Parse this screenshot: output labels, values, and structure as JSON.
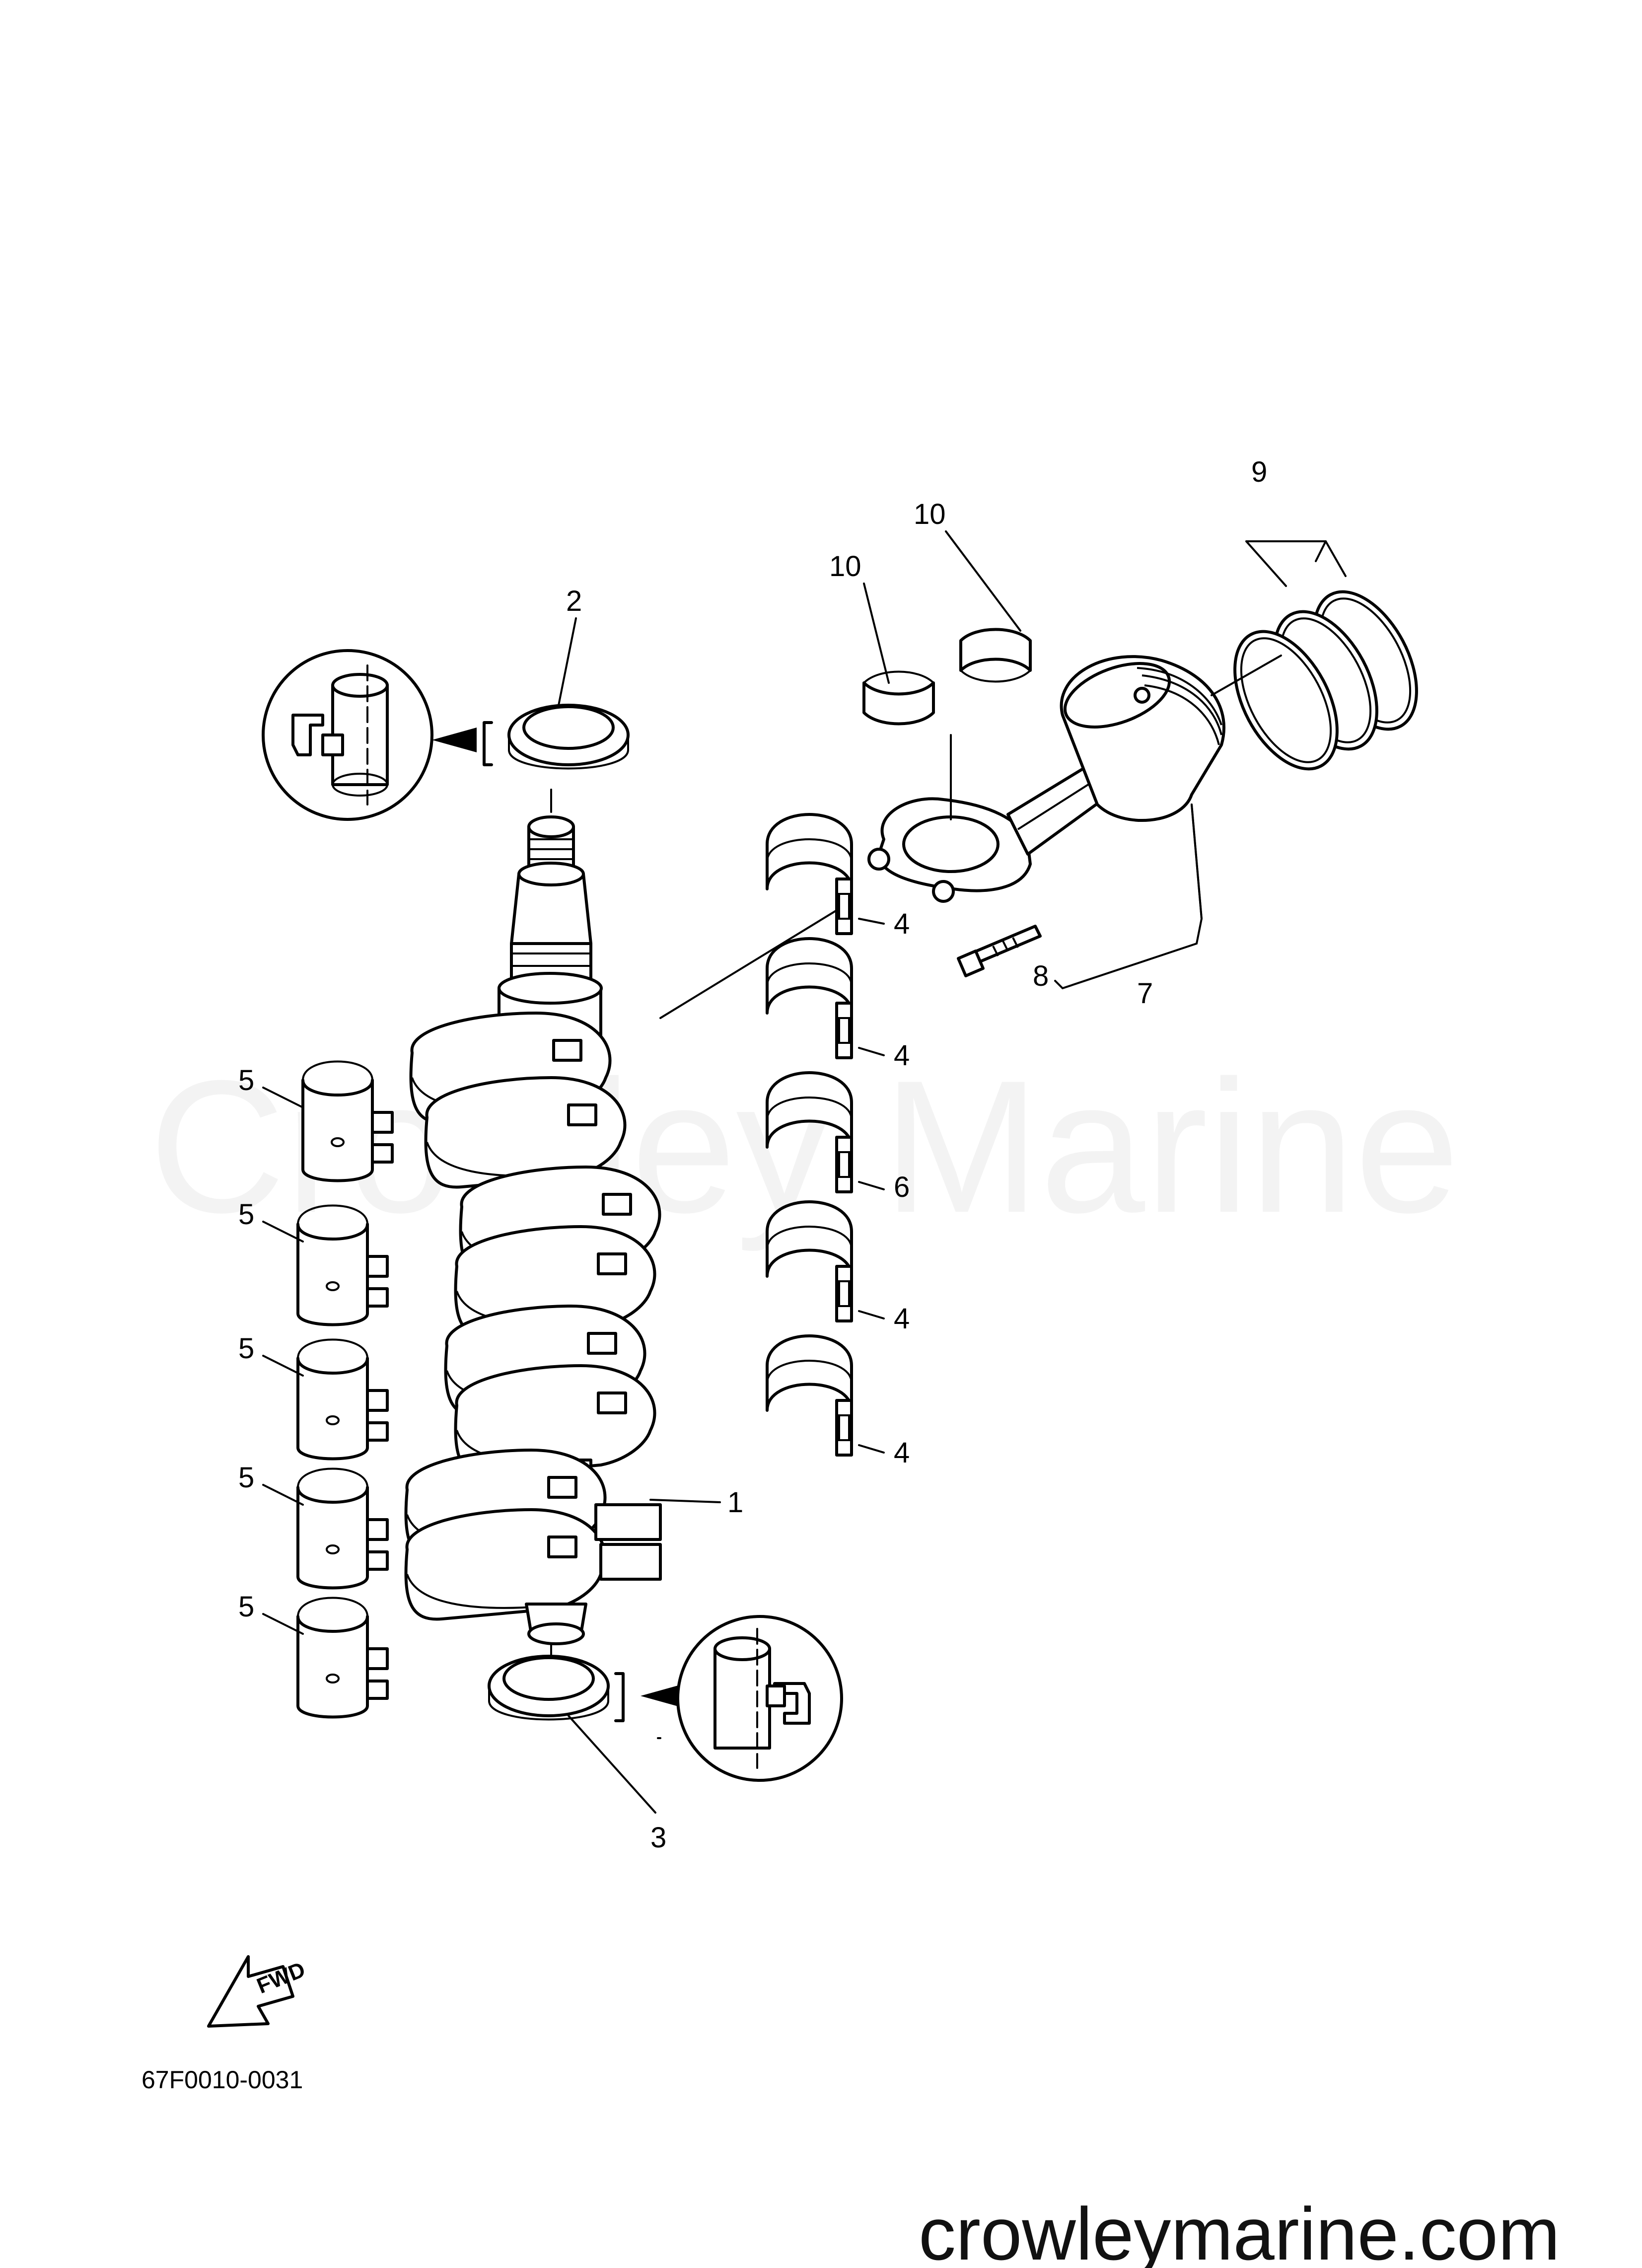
{
  "watermark": "Crowley Marine",
  "diagram_code": "67F0010-0031",
  "website": "crowleymarine.com",
  "fwd_label": "FWD",
  "callouts": {
    "c1": "1",
    "c2": "2",
    "c3": "3",
    "c4a": "4",
    "c4b": "4",
    "c4c": "4",
    "c4d": "4",
    "c5a": "5",
    "c5b": "5",
    "c5c": "5",
    "c5d": "5",
    "c5e": "5",
    "c6": "6",
    "c7": "7",
    "c8": "8",
    "c9": "9",
    "c10a": "10",
    "c10b": "10"
  }
}
